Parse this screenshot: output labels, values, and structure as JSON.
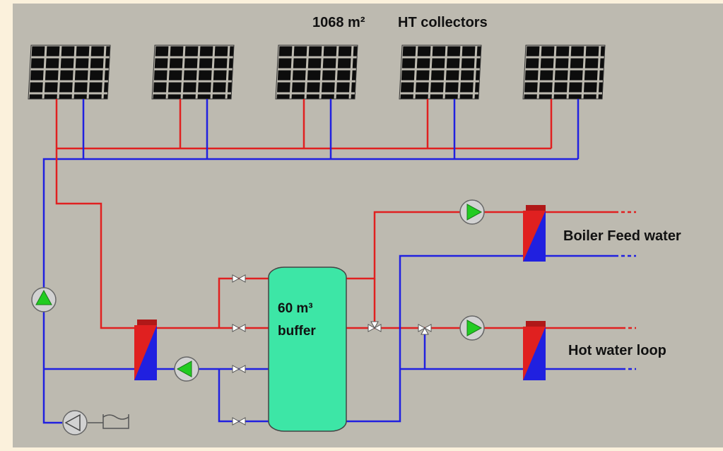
{
  "title": {
    "area": "1068 m²",
    "name": "HT collectors"
  },
  "buffer": {
    "line1": "60 m³",
    "line2": "buffer"
  },
  "outputs": {
    "boiler": "Boiler Feed water",
    "hot_water": "Hot water loop"
  },
  "colors": {
    "hot": "#e02020",
    "cold": "#2020e0",
    "panel": "#0d0d0d",
    "pump": "#22cc22",
    "tank": "#3de6a6",
    "background": "#bdbab0",
    "frame": "#fbf1dc"
  },
  "collectors_count": 5,
  "icons": [
    "solar-collector-icon",
    "pump-icon",
    "heat-exchanger-icon",
    "valve-icon",
    "three-way-valve-icon",
    "expansion-tank-icon"
  ]
}
